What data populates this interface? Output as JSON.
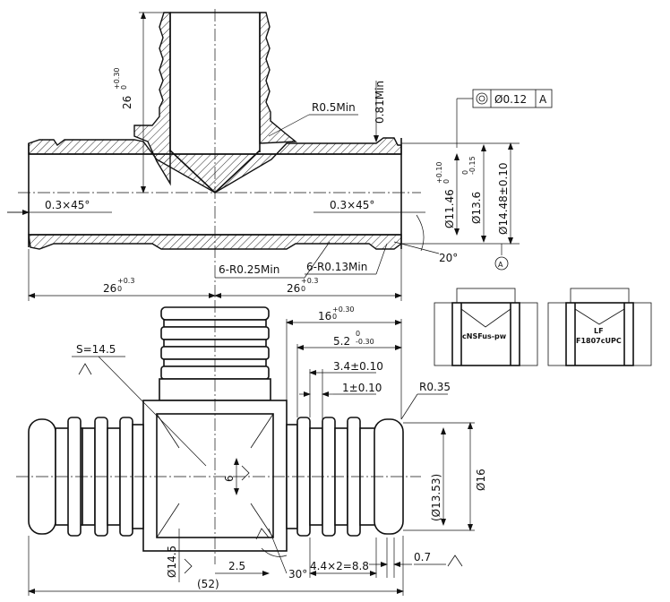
{
  "dimensions": {
    "top_branch_length": "26",
    "top_branch_tol": "+0.30",
    "top_branch_tol_low": "0",
    "r_fillet": "R0.5Min",
    "wall_min": "0.81Min",
    "chamfer_left": "0.3×45°",
    "chamfer_right": "0.3×45°",
    "id": "Ø11.46",
    "id_tol_up": "+0.10",
    "id_tol_low": "0",
    "mid_dia": "Ø13.6",
    "mid_dia_tol_up": "0",
    "mid_dia_tol_low": "-0.15",
    "od": "Ø14.48±0.10",
    "angle": "20°",
    "r_small_1": "6-R0.25Min",
    "r_small_2": "6-R0.13Min",
    "left_len": "26",
    "left_len_tol": "+0.3",
    "left_len_tol_low": "0",
    "right_len": "26",
    "right_len_tol": "+0.3",
    "right_len_tol_low": "0",
    "d16": "16",
    "d16_tol": "+0.30",
    "d16_tol_low": "0",
    "d52": "5.2",
    "d52_tol_up": "0",
    "d52_tol_low": "-0.30",
    "d34": "3.4±0.10",
    "d1": "1±0.10",
    "hex": "S=14.5",
    "r035": "R0.35",
    "ref_dia": "(Ø13.53)",
    "d16b": "Ø16",
    "bore6": "6",
    "d145": "Ø14.5",
    "d25": "2.5",
    "a30": "30°",
    "pitch": "4.4×2=8.8",
    "d07": "0.7",
    "overall": "(52)"
  },
  "tolerance_frame": {
    "symbol": "concentricity-symbol",
    "value": "Ø0.12",
    "datum": "A"
  },
  "datum_label": "A",
  "markings": {
    "left": "cNSFus-pw",
    "right_line1": "LF",
    "right_line2": "F1807cUPC"
  }
}
